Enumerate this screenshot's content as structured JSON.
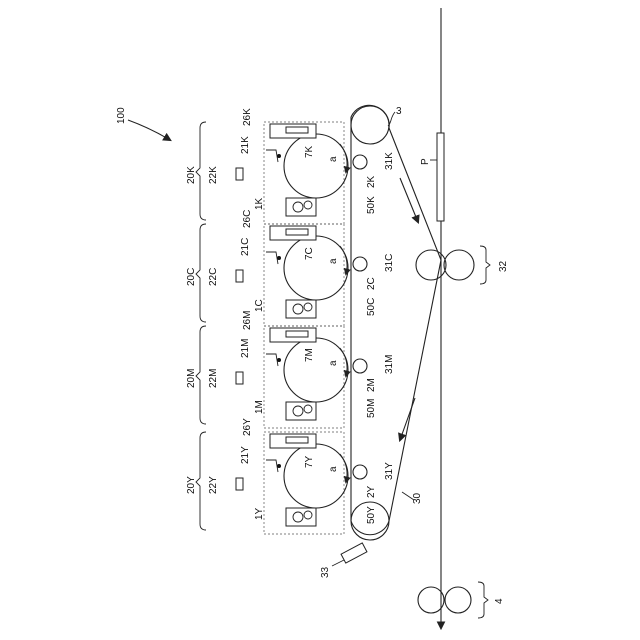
{
  "figure": {
    "ref_main": "100",
    "belt": "3",
    "belt_lower": "30",
    "sheet": "P",
    "fixing_unit": "32",
    "exit_unit": "4",
    "belt_cleaner": "33",
    "direction_mark": "a"
  },
  "stations": [
    {
      "group": "20K",
      "charger": "22K",
      "exposure": "21K",
      "developer": "1K",
      "cleaner": "26K",
      "drum": "7K",
      "drum_axis": "2K",
      "transfer": "31K",
      "patch": "50K",
      "arrow": "a"
    },
    {
      "group": "20C",
      "charger": "22C",
      "exposure": "21C",
      "developer": "1C",
      "cleaner": "26C",
      "drum": "7C",
      "drum_axis": "2C",
      "transfer": "31C",
      "patch": "50C",
      "arrow": "a"
    },
    {
      "group": "20M",
      "charger": "22M",
      "exposure": "21M",
      "developer": "1M",
      "cleaner": "26M",
      "drum": "7M",
      "drum_axis": "2M",
      "transfer": "31M",
      "patch": "50M",
      "arrow": "a"
    },
    {
      "group": "20Y",
      "charger": "22Y",
      "exposure": "21Y",
      "developer": "1Y",
      "cleaner": "26Y",
      "drum": "7Y",
      "drum_axis": "2Y",
      "transfer": "31Y",
      "patch": "50Y",
      "arrow": "a"
    }
  ]
}
